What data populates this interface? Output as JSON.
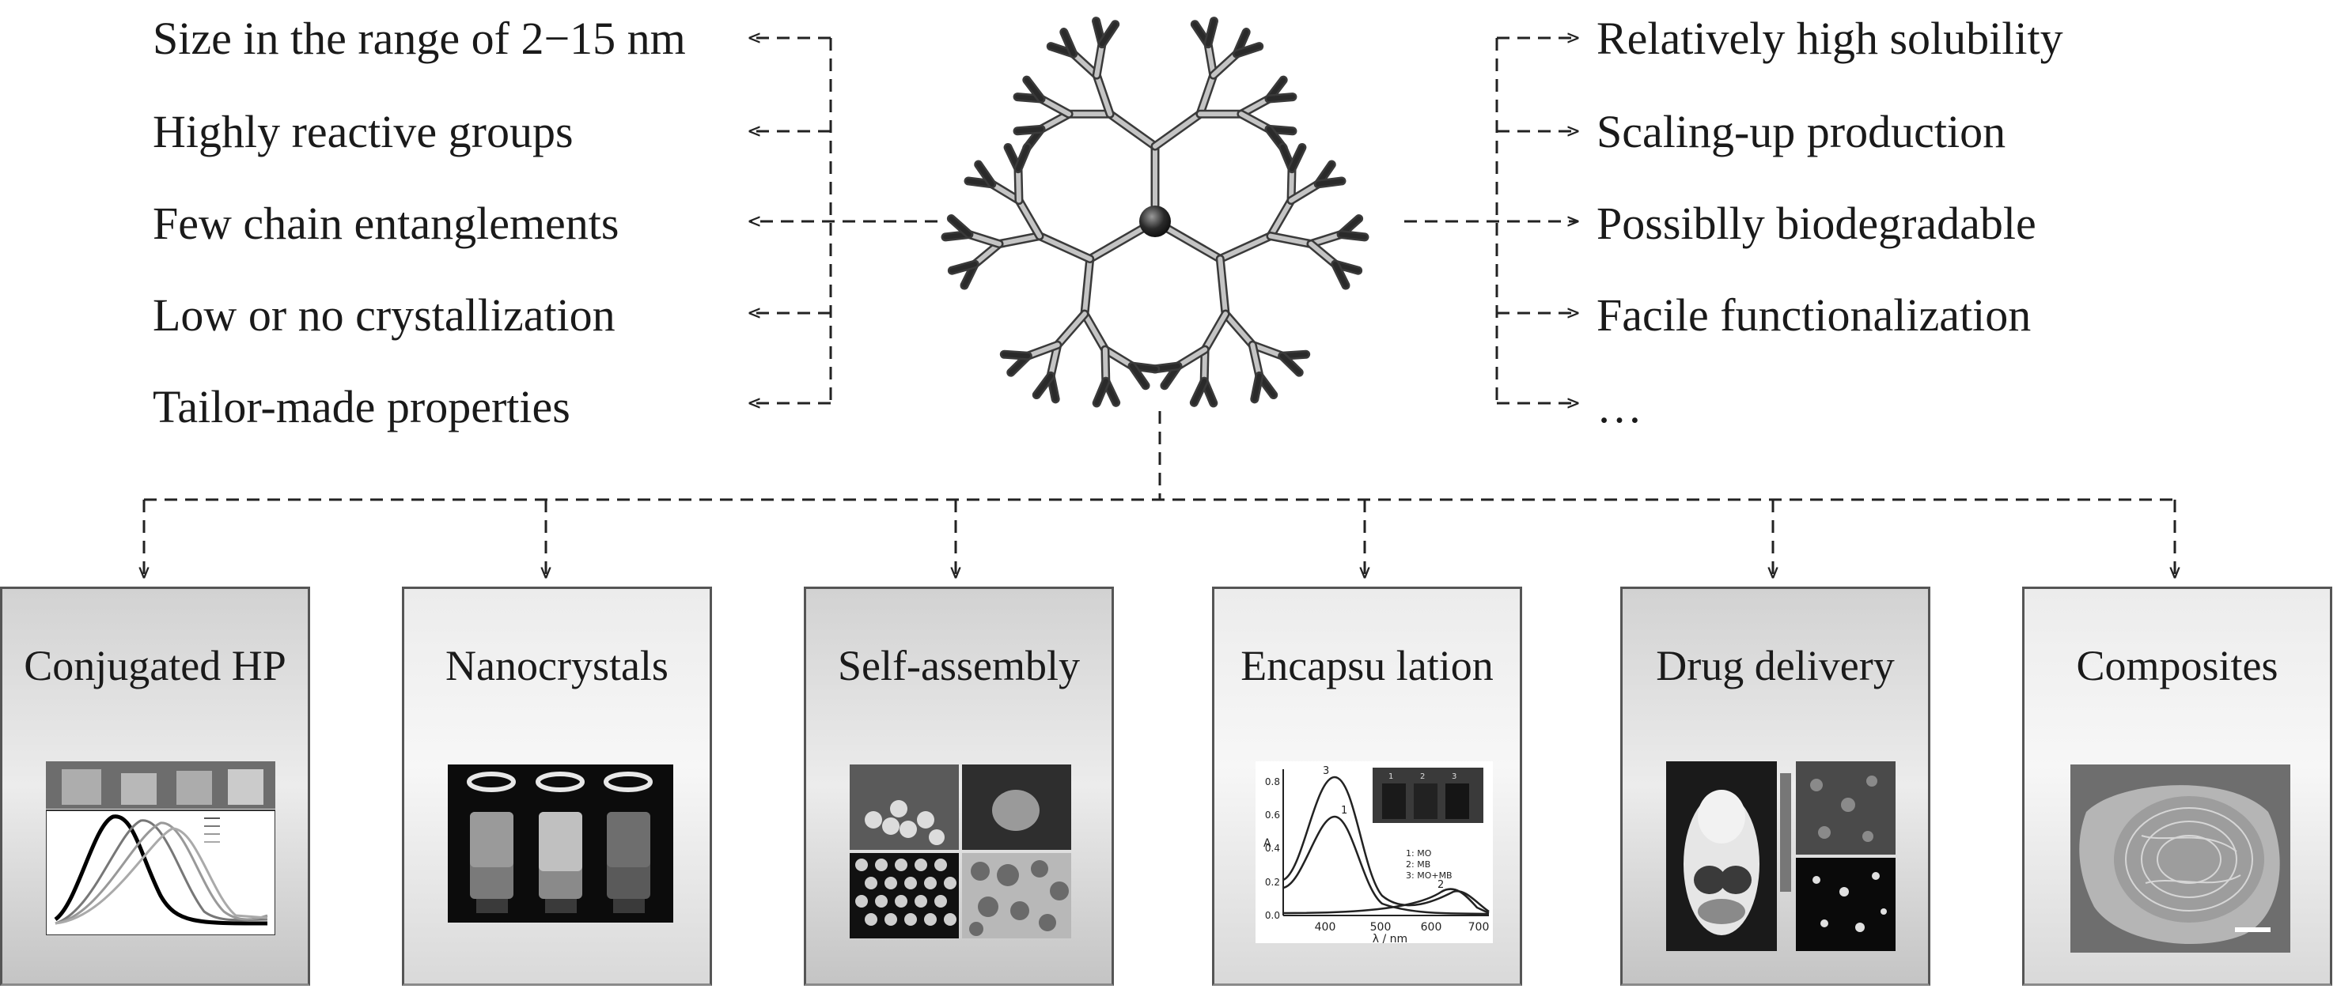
{
  "left_properties": [
    "Size in the range of 2−15 nm",
    "Highly reactive groups",
    "Few chain entanglements",
    "Low or no crystallization",
    "Tailor-made properties"
  ],
  "right_properties": [
    "Relatively high solubility",
    "Scaling-up production",
    "Possiblly biodegradable",
    "Facile functionalization",
    "…"
  ],
  "cards": [
    {
      "title": "Conjugated HP",
      "thumb": "spectra-chart-thumb"
    },
    {
      "title": "Nanocrystals",
      "thumb": "vials-photo-thumb"
    },
    {
      "title": "Self-assembly",
      "thumb": "micrograph-grid-thumb"
    },
    {
      "title": "Encapsu lation",
      "thumb": "absorbance-chart-thumb"
    },
    {
      "title": "Drug delivery",
      "thumb": "imaging-thumb"
    },
    {
      "title": "Composites",
      "thumb": "sem-fiber-thumb"
    }
  ],
  "encapsulation_chart": {
    "xlabel": "λ / nm",
    "ylabel": "A",
    "xticks": [
      "400",
      "500",
      "600",
      "700"
    ],
    "yticks": [
      "0.0",
      "0.2",
      "0.4",
      "0.6",
      "0.8"
    ],
    "legend": [
      "1: MO",
      "2: MB",
      "3: MO+MB"
    ],
    "curve_labels": [
      "3",
      "1",
      "2"
    ]
  }
}
